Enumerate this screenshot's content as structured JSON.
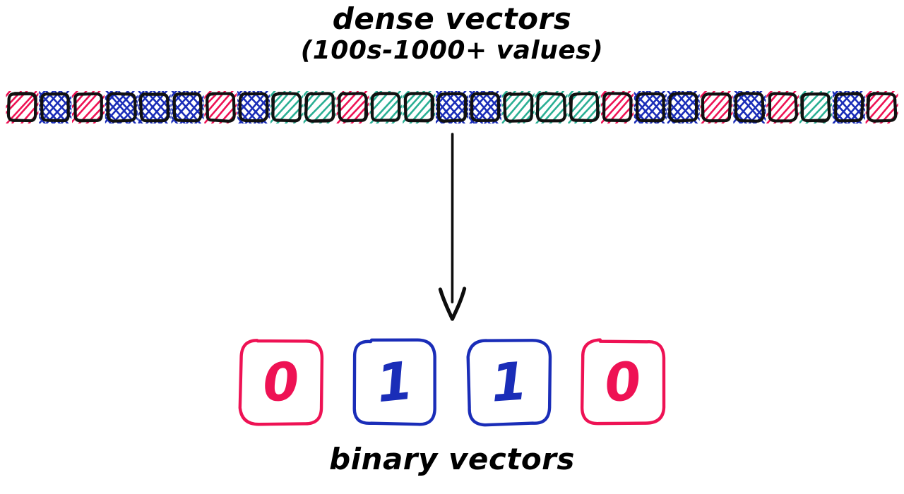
{
  "diagram": {
    "title_line1": "dense vectors",
    "title_line2": "(100s-1000+ values)",
    "footer_label": "binary vectors",
    "arrow_direction": "down"
  },
  "colors": {
    "pink": "#EE1254",
    "blue": "#1A2DB8",
    "teal": "#2AAF94",
    "outline": "#111111",
    "background": "#FFFFFF"
  },
  "dense_vector": {
    "cell_count": 27,
    "cells": [
      {
        "color": "pink",
        "hatch": "single"
      },
      {
        "color": "blue",
        "hatch": "cross"
      },
      {
        "color": "pink",
        "hatch": "single"
      },
      {
        "color": "blue",
        "hatch": "cross"
      },
      {
        "color": "blue",
        "hatch": "cross"
      },
      {
        "color": "blue",
        "hatch": "cross"
      },
      {
        "color": "pink",
        "hatch": "single"
      },
      {
        "color": "blue",
        "hatch": "cross"
      },
      {
        "color": "teal",
        "hatch": "single"
      },
      {
        "color": "teal",
        "hatch": "single"
      },
      {
        "color": "pink",
        "hatch": "single"
      },
      {
        "color": "teal",
        "hatch": "single"
      },
      {
        "color": "teal",
        "hatch": "single"
      },
      {
        "color": "blue",
        "hatch": "cross"
      },
      {
        "color": "blue",
        "hatch": "cross"
      },
      {
        "color": "teal",
        "hatch": "single"
      },
      {
        "color": "teal",
        "hatch": "single"
      },
      {
        "color": "teal",
        "hatch": "single"
      },
      {
        "color": "pink",
        "hatch": "single"
      },
      {
        "color": "blue",
        "hatch": "cross"
      },
      {
        "color": "blue",
        "hatch": "cross"
      },
      {
        "color": "pink",
        "hatch": "single"
      },
      {
        "color": "blue",
        "hatch": "cross"
      },
      {
        "color": "pink",
        "hatch": "single"
      },
      {
        "color": "teal",
        "hatch": "single"
      },
      {
        "color": "blue",
        "hatch": "cross"
      },
      {
        "color": "pink",
        "hatch": "single"
      }
    ]
  },
  "binary_vector": {
    "bits": [
      {
        "value": "0",
        "color": "pink"
      },
      {
        "value": "1",
        "color": "blue"
      },
      {
        "value": "1",
        "color": "blue"
      },
      {
        "value": "0",
        "color": "pink"
      }
    ]
  }
}
